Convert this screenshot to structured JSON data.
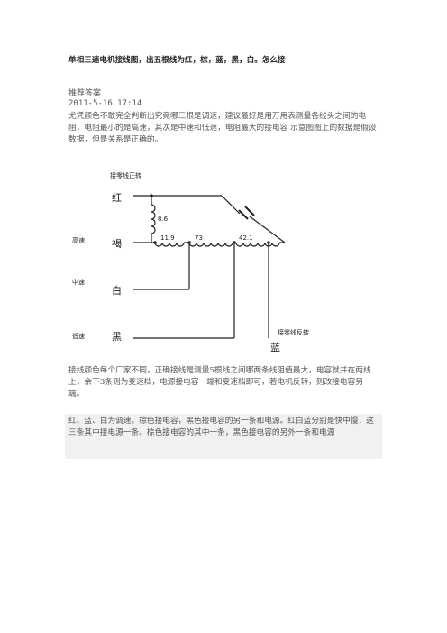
{
  "doc": {
    "title": "单相三速电机接线图，出五根线为红，棕，蓝，黑，白。怎么接",
    "answer_label": "推荐答案",
    "answer_date": "2011-5-16 17:14",
    "para1": "尤凭颜色不敢完全判断出究竟哪三根是调速，建议最好是用万用表测量各线头之间的电阻，电阻最小的是高速，其次是中速和低速，电阻最大的接电容 示意图图上的数据是假设数据，但是关系是正确的。",
    "para2": "接线颜色每个厂家不同，正确接线是测量5根线之间哪两条线阻值最大，电容就并在两线上，余下3条则为变速档，电源接电容一端和变速档即可，若电机反转，则改接电容另一端。",
    "para3": "红、蓝、白为调速。棕色接电容，黑色接电容的另一条和电源。红白蓝分别是快中慢，这三条其中接电源一条。棕色接电容的其中一条，黑色接电容的另外一条和电源"
  },
  "diagram": {
    "label_forward": "接零线正转",
    "label_reverse": "接零线反转",
    "wire_red": "红",
    "wire_brown": "褐",
    "wire_white": "白",
    "wire_black": "黑",
    "wire_blue": "蓝",
    "speed_high": "高速",
    "speed_mid": "中速",
    "speed_low": "低速",
    "r1": "8.6",
    "r2": "11.9",
    "r3": "73",
    "r4": "42.1"
  }
}
